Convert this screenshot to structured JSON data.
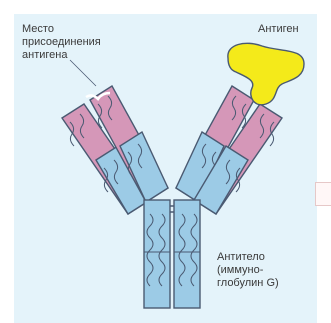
{
  "labels": {
    "binding_site": [
      "Место",
      "присоединения",
      "антигена"
    ],
    "antigen": "Антиген",
    "antibody": [
      "Антитело",
      "(иммуно-",
      "глобулин G)"
    ]
  },
  "colors": {
    "background": "#e4f3fa",
    "heavy_chain": "#9ccbe6",
    "light_chain_pink": "#d597b8",
    "antigen": "#f4ea1a",
    "outline": "#4a5a72"
  }
}
